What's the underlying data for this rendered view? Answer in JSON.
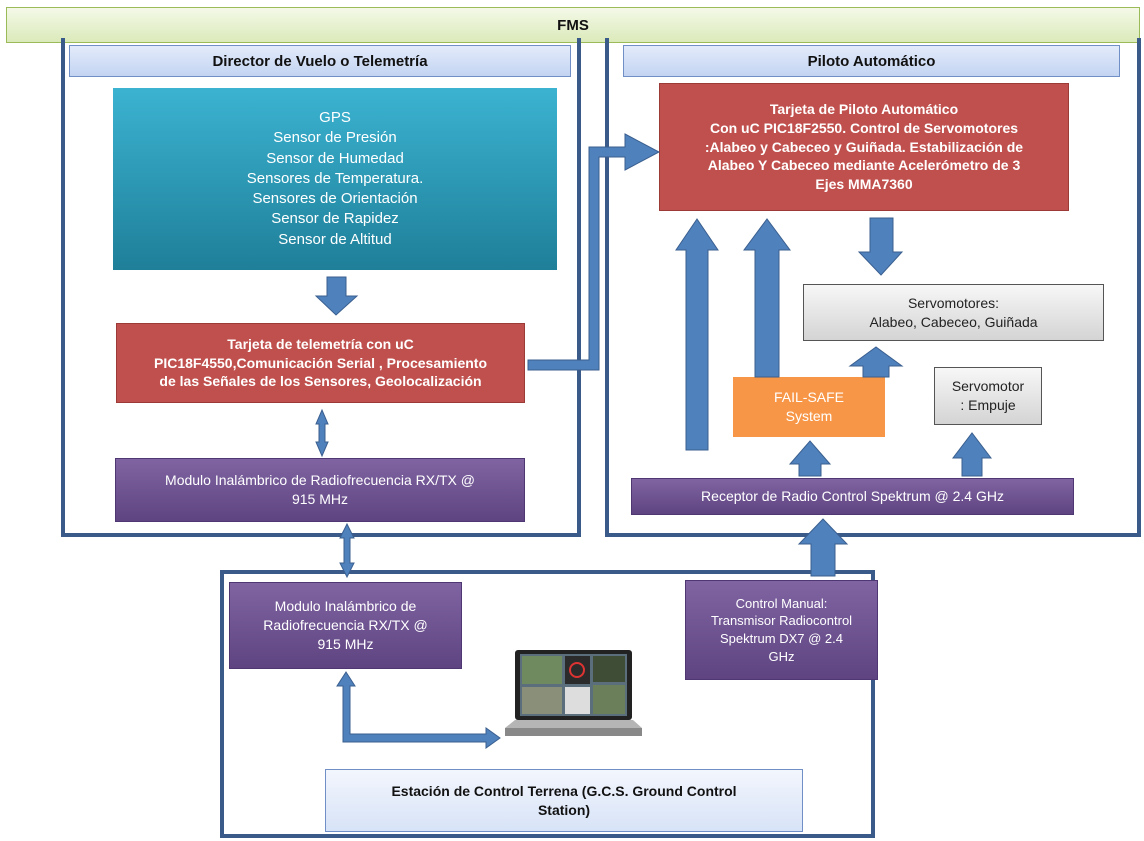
{
  "fms_banner": {
    "label": "FMS"
  },
  "director": {
    "header": "Director de Vuelo o Telemetría",
    "sensors": [
      "GPS",
      "Sensor de Presión",
      "Sensor de Humedad",
      "Sensores de Temperatura.",
      "Sensores de Orientación",
      "Sensor de Rapidez",
      "Sensor de Altitud"
    ],
    "telemetry_card": [
      "Tarjeta de telemetría con uC",
      "PIC18F4550,Comunicación Serial , Procesamiento",
      "de las Señales de los Sensores, Geolocalización"
    ],
    "radio_module": [
      "Modulo Inalámbrico de Radiofrecuencia  RX/TX @",
      "915 MHz"
    ]
  },
  "autopilot": {
    "header": "Piloto Automático",
    "card": [
      "Tarjeta de Piloto Automático",
      "Con uC PIC18F2550. Control de Servomotores",
      ":Alabeo y Cabeceo y Guiñada.  Estabilización de",
      "Alabeo Y Cabeceo mediante  Acelerómetro de 3",
      "Ejes MMA7360"
    ],
    "servos": [
      "Servomotores:",
      "Alabeo, Cabeceo, Guiñada"
    ],
    "failsafe": [
      "FAIL-SAFE",
      "System"
    ],
    "servo_thrust": [
      "Servomotor",
      ": Empuje"
    ],
    "receiver": "Receptor de Radio Control Spektrum @ 2.4 GHz"
  },
  "ground": {
    "radio_module": [
      "Modulo Inalámbrico de",
      "Radiofrecuencia  RX/TX @",
      "915 MHz"
    ],
    "manual_control": [
      "Control Manual:",
      "Transmisor Radiocontrol",
      "Spektrum DX7 @ 2.4",
      "GHz"
    ],
    "laptop_icon": "laptop-icon",
    "station": [
      "Estación de Control Terrena (G.C.S.  Ground Control",
      "Station)"
    ]
  },
  "colors": {
    "arrow": "#4f81bd",
    "frame": "#3a5a8a",
    "banner": "#ebf4d8"
  }
}
